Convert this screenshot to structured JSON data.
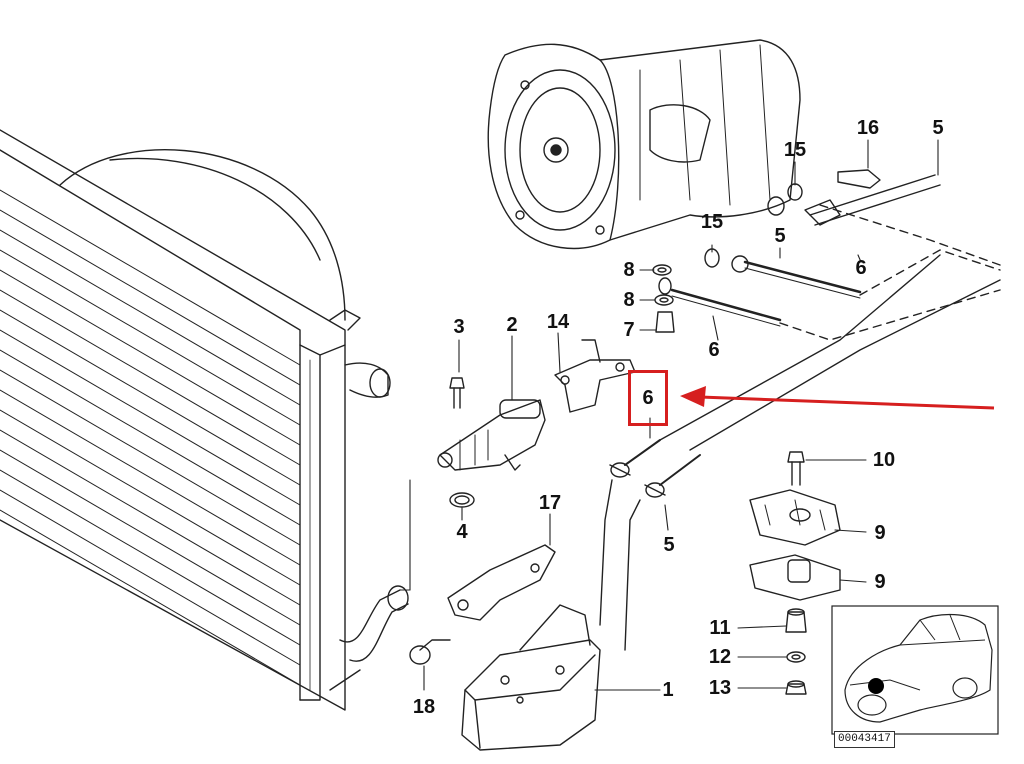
{
  "diagram": {
    "part_labels": [
      {
        "id": "3",
        "text": "3"
      },
      {
        "id": "2",
        "text": "2"
      },
      {
        "id": "14",
        "text": "14"
      },
      {
        "id": "8a",
        "text": "8"
      },
      {
        "id": "8b",
        "text": "8"
      },
      {
        "id": "7",
        "text": "7"
      },
      {
        "id": "6a",
        "text": "6"
      },
      {
        "id": "6b",
        "text": "6"
      },
      {
        "id": "6c",
        "text": "6"
      },
      {
        "id": "5a",
        "text": "5"
      },
      {
        "id": "5b",
        "text": "5"
      },
      {
        "id": "5c",
        "text": "5"
      },
      {
        "id": "15a",
        "text": "15"
      },
      {
        "id": "15b",
        "text": "15"
      },
      {
        "id": "16",
        "text": "16"
      },
      {
        "id": "4",
        "text": "4"
      },
      {
        "id": "17",
        "text": "17"
      },
      {
        "id": "18",
        "text": "18"
      },
      {
        "id": "1",
        "text": "1"
      },
      {
        "id": "10",
        "text": "10"
      },
      {
        "id": "9a",
        "text": "9"
      },
      {
        "id": "9b",
        "text": "9"
      },
      {
        "id": "11",
        "text": "11"
      },
      {
        "id": "12",
        "text": "12"
      },
      {
        "id": "13",
        "text": "13"
      }
    ],
    "highlight_label": "6",
    "reference_code": "00043417",
    "colors": {
      "line_art": "#222222",
      "highlight": "#d61f1f",
      "vehicle_marker": "#000000"
    }
  }
}
